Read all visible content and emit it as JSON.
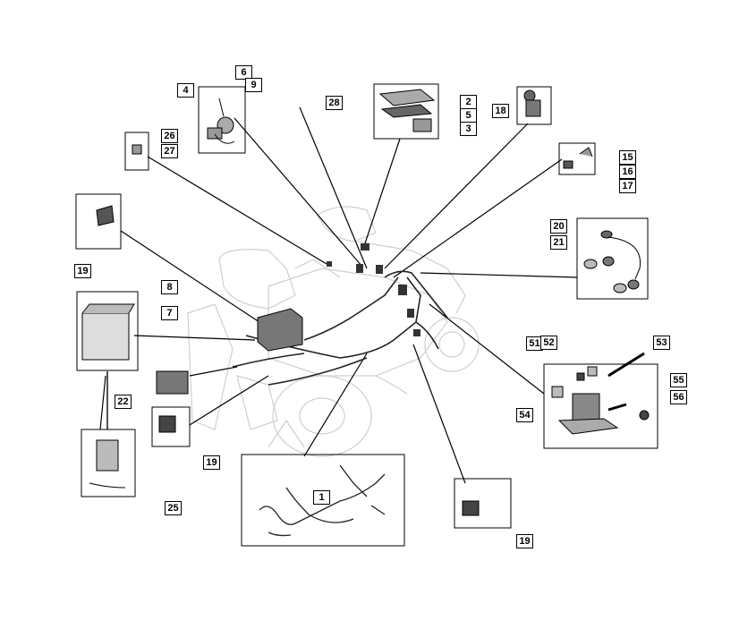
{
  "callouts": {
    "c1": "1",
    "c2": "2",
    "c3": "3",
    "c4": "4",
    "c5": "5",
    "c6": "6",
    "c7": "7",
    "c8": "8",
    "c9": "9",
    "c15": "15",
    "c16": "16",
    "c17": "17",
    "c18": "18",
    "c19a": "19",
    "c19b": "19",
    "c19c": "19",
    "c20": "20",
    "c21": "21",
    "c22": "22",
    "c25": "25",
    "c26": "26",
    "c27": "27",
    "c28": "28",
    "c51": "51",
    "c52": "52",
    "c53": "53",
    "c54": "54",
    "c55": "55",
    "c56": "56"
  },
  "colors": {
    "line": "#000000",
    "ghost": "#c8c8c8",
    "part": "#555555"
  }
}
